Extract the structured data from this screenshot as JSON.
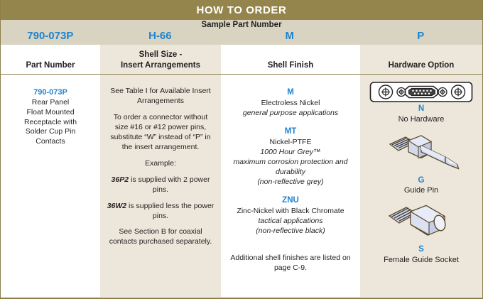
{
  "title": "HOW TO ORDER",
  "sample": {
    "label": "Sample Part Number",
    "values": [
      "790-073P",
      "H-66",
      "M",
      "P"
    ]
  },
  "colors": {
    "title_band": "#94854c",
    "sample_band": "#d9d4c1",
    "accent_blue": "#1f83d0",
    "beige_cell": "#ece7da",
    "border": "#8c7f4a",
    "metal_fill": "#ccd4ea",
    "metal_outline": "#5b4a2a"
  },
  "columns": {
    "part_number": {
      "header": "Part Number",
      "code": "790-073P",
      "description": "Rear Panel\nFloat Mounted\nReceptacle with\nSolder Cup Pin\nContacts"
    },
    "shell_size": {
      "header_line1": "Shell Size -",
      "header_line2": "Insert Arrangements",
      "p1": "See Table I for Available Insert Arrangements",
      "p2": "To order a connector without size #16 or #12 power pins, substitute “W” instead of “P” in the insert arrangement.",
      "p3": "Example:",
      "example1_code": "36P2",
      "example1_text": " is supplied with 2 power pins.",
      "example2_code": "36W2",
      "example2_text": " is supplied less the power pins.",
      "p4": "See Section B for coaxial contacts purchased separately."
    },
    "shell_finish": {
      "header": "Shell Finish",
      "finishes": [
        {
          "code": "M",
          "name": "Electroless Nickel",
          "sub": [
            "general purpose applications"
          ]
        },
        {
          "code": "MT",
          "name": "Nickel-PTFE",
          "sub": [
            "1000 Hour Grey™",
            "maximum corrosion protection and durability",
            "(non-reflective grey)"
          ]
        },
        {
          "code": "ZNU",
          "name": "Zinc-Nickel with Black Chromate",
          "sub": [
            "tactical applications",
            "(non-reflective black)"
          ]
        }
      ],
      "footnote": "Additional shell finishes are listed on page C-9."
    },
    "hardware_option": {
      "header": "Hardware Option",
      "options": [
        {
          "code": "N",
          "label": "No Hardware",
          "icon": "dsub-connector-icon"
        },
        {
          "code": "G",
          "label": "Guide Pin",
          "icon": "guide-pin-icon"
        },
        {
          "code": "S",
          "label": "Female Guide Socket",
          "icon": "female-guide-socket-icon"
        }
      ]
    }
  }
}
